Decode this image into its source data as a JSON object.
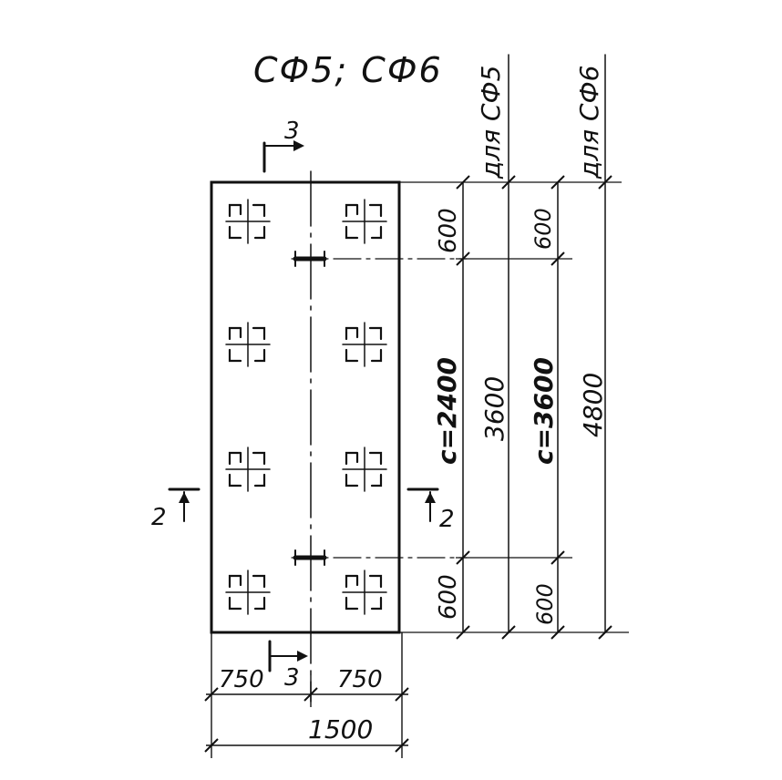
{
  "title": "СФ5; СФ6",
  "column_labels": {
    "sf5": "для СФ5",
    "sf6": "для СФ6"
  },
  "dimensions": {
    "top_margin_a": "600",
    "middle_a": "c=2400",
    "total_a": "3600",
    "bottom_margin_a": "600",
    "top_margin_b": "600",
    "middle_b": "c=3600",
    "total_b": "4800",
    "bottom_margin_b": "600",
    "half_left": "750",
    "half_right": "750",
    "full_width": "1500"
  },
  "sections": {
    "section_3_top": "3",
    "section_3_bottom": "3",
    "section_2_left": "2",
    "section_2_right": "2"
  }
}
